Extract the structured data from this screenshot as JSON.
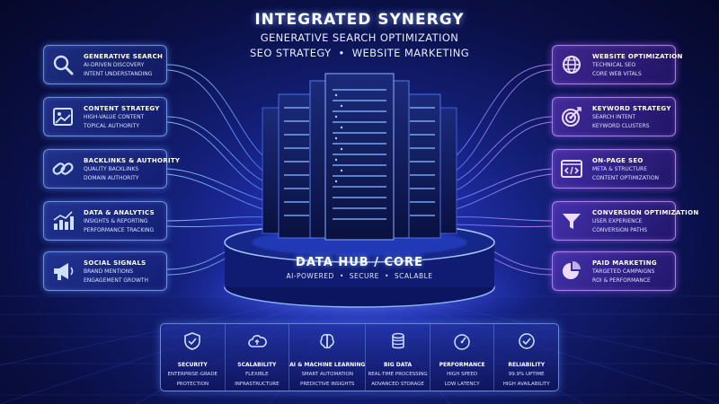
{
  "header": {
    "title": "INTEGRATED SYNERGY",
    "subtitle": "GENERATIVE SEARCH OPTIMIZATION",
    "tagline_left": "SEO STRATEGY",
    "tagline_sep": "•",
    "tagline_right": "WEBSITE MARKETING"
  },
  "left_cards": [
    {
      "title": "GENERATIVE SEARCH",
      "line1": "AI-DRIVEN DISCOVERY",
      "line2": "INTENT UNDERSTANDING",
      "icon": "search-icon"
    },
    {
      "title": "CONTENT STRATEGY",
      "line1": "HIGH-VALUE CONTENT",
      "line2": "TOPICAL AUTHORITY",
      "icon": "image-document-icon"
    },
    {
      "title": "BACKLINKS & AUTHORITY",
      "line1": "QUALITY BACKLINKS",
      "line2": "DOMAIN AUTHORITY",
      "icon": "link-icon"
    },
    {
      "title": "DATA & ANALYTICS",
      "line1": "INSIGHTS & REPORTING",
      "line2": "PERFORMANCE TRACKING",
      "icon": "bar-chart-icon"
    },
    {
      "title": "SOCIAL SIGNALS",
      "line1": "BRAND MENTIONS",
      "line2": "ENGAGEMENT GROWTH",
      "icon": "megaphone-icon"
    }
  ],
  "right_cards": [
    {
      "title": "WEBSITE OPTIMIZATION",
      "line1": "TECHNICAL SEO",
      "line2": "CORE WEB VITALS",
      "icon": "globe-icon"
    },
    {
      "title": "KEYWORD STRATEGY",
      "line1": "SEARCH INTENT",
      "line2": "KEYWORD CLUSTERS",
      "icon": "target-icon"
    },
    {
      "title": "ON-PAGE SEO",
      "line1": "META & STRUCTURE",
      "line2": "CONTENT OPTIMIZATION",
      "icon": "code-window-icon"
    },
    {
      "title": "CONVERSION OPTIMIZATION",
      "line1": "USER EXPERIENCE",
      "line2": "CONVERSION PATHS",
      "icon": "funnel-icon"
    },
    {
      "title": "PAID MARKETING",
      "line1": "TARGETED CAMPAIGNS",
      "line2": "ROI & PERFORMANCE",
      "icon": "pie-chart-icon"
    }
  ],
  "core": {
    "title": "DATA HUB / CORE",
    "feature1": "AI-POWERED",
    "feature2": "SECURE",
    "feature3": "SCALABLE",
    "sep": "•"
  },
  "features": [
    {
      "title": "SECURITY",
      "line1": "ENTERPRISE-GRADE",
      "line2": "PROTECTION",
      "icon": "shield-check-icon"
    },
    {
      "title": "SCALABILITY",
      "line1": "FLEXIBLE",
      "line2": "INFRASTRUCTURE",
      "icon": "cloud-icon"
    },
    {
      "title": "AI & MACHINE LEARNING",
      "line1": "SMART AUTOMATION",
      "line2": "PREDICTIVE INSIGHTS",
      "icon": "brain-icon"
    },
    {
      "title": "BIG DATA",
      "line1": "REAL-TIME PROCESSING",
      "line2": "ADVANCED STORAGE",
      "icon": "database-icon"
    },
    {
      "title": "PERFORMANCE",
      "line1": "HIGH SPEED",
      "line2": "LOW LATENCY",
      "icon": "speedometer-icon"
    },
    {
      "title": "RELIABILITY",
      "line1": "99.9% UPTIME",
      "line2": "HIGH AVAILABILITY",
      "icon": "check-circle-icon"
    }
  ],
  "colors": {
    "accent_blue": "#4f8cff",
    "accent_purple": "#b06cff",
    "glow_cyan": "#7fd4ff"
  }
}
